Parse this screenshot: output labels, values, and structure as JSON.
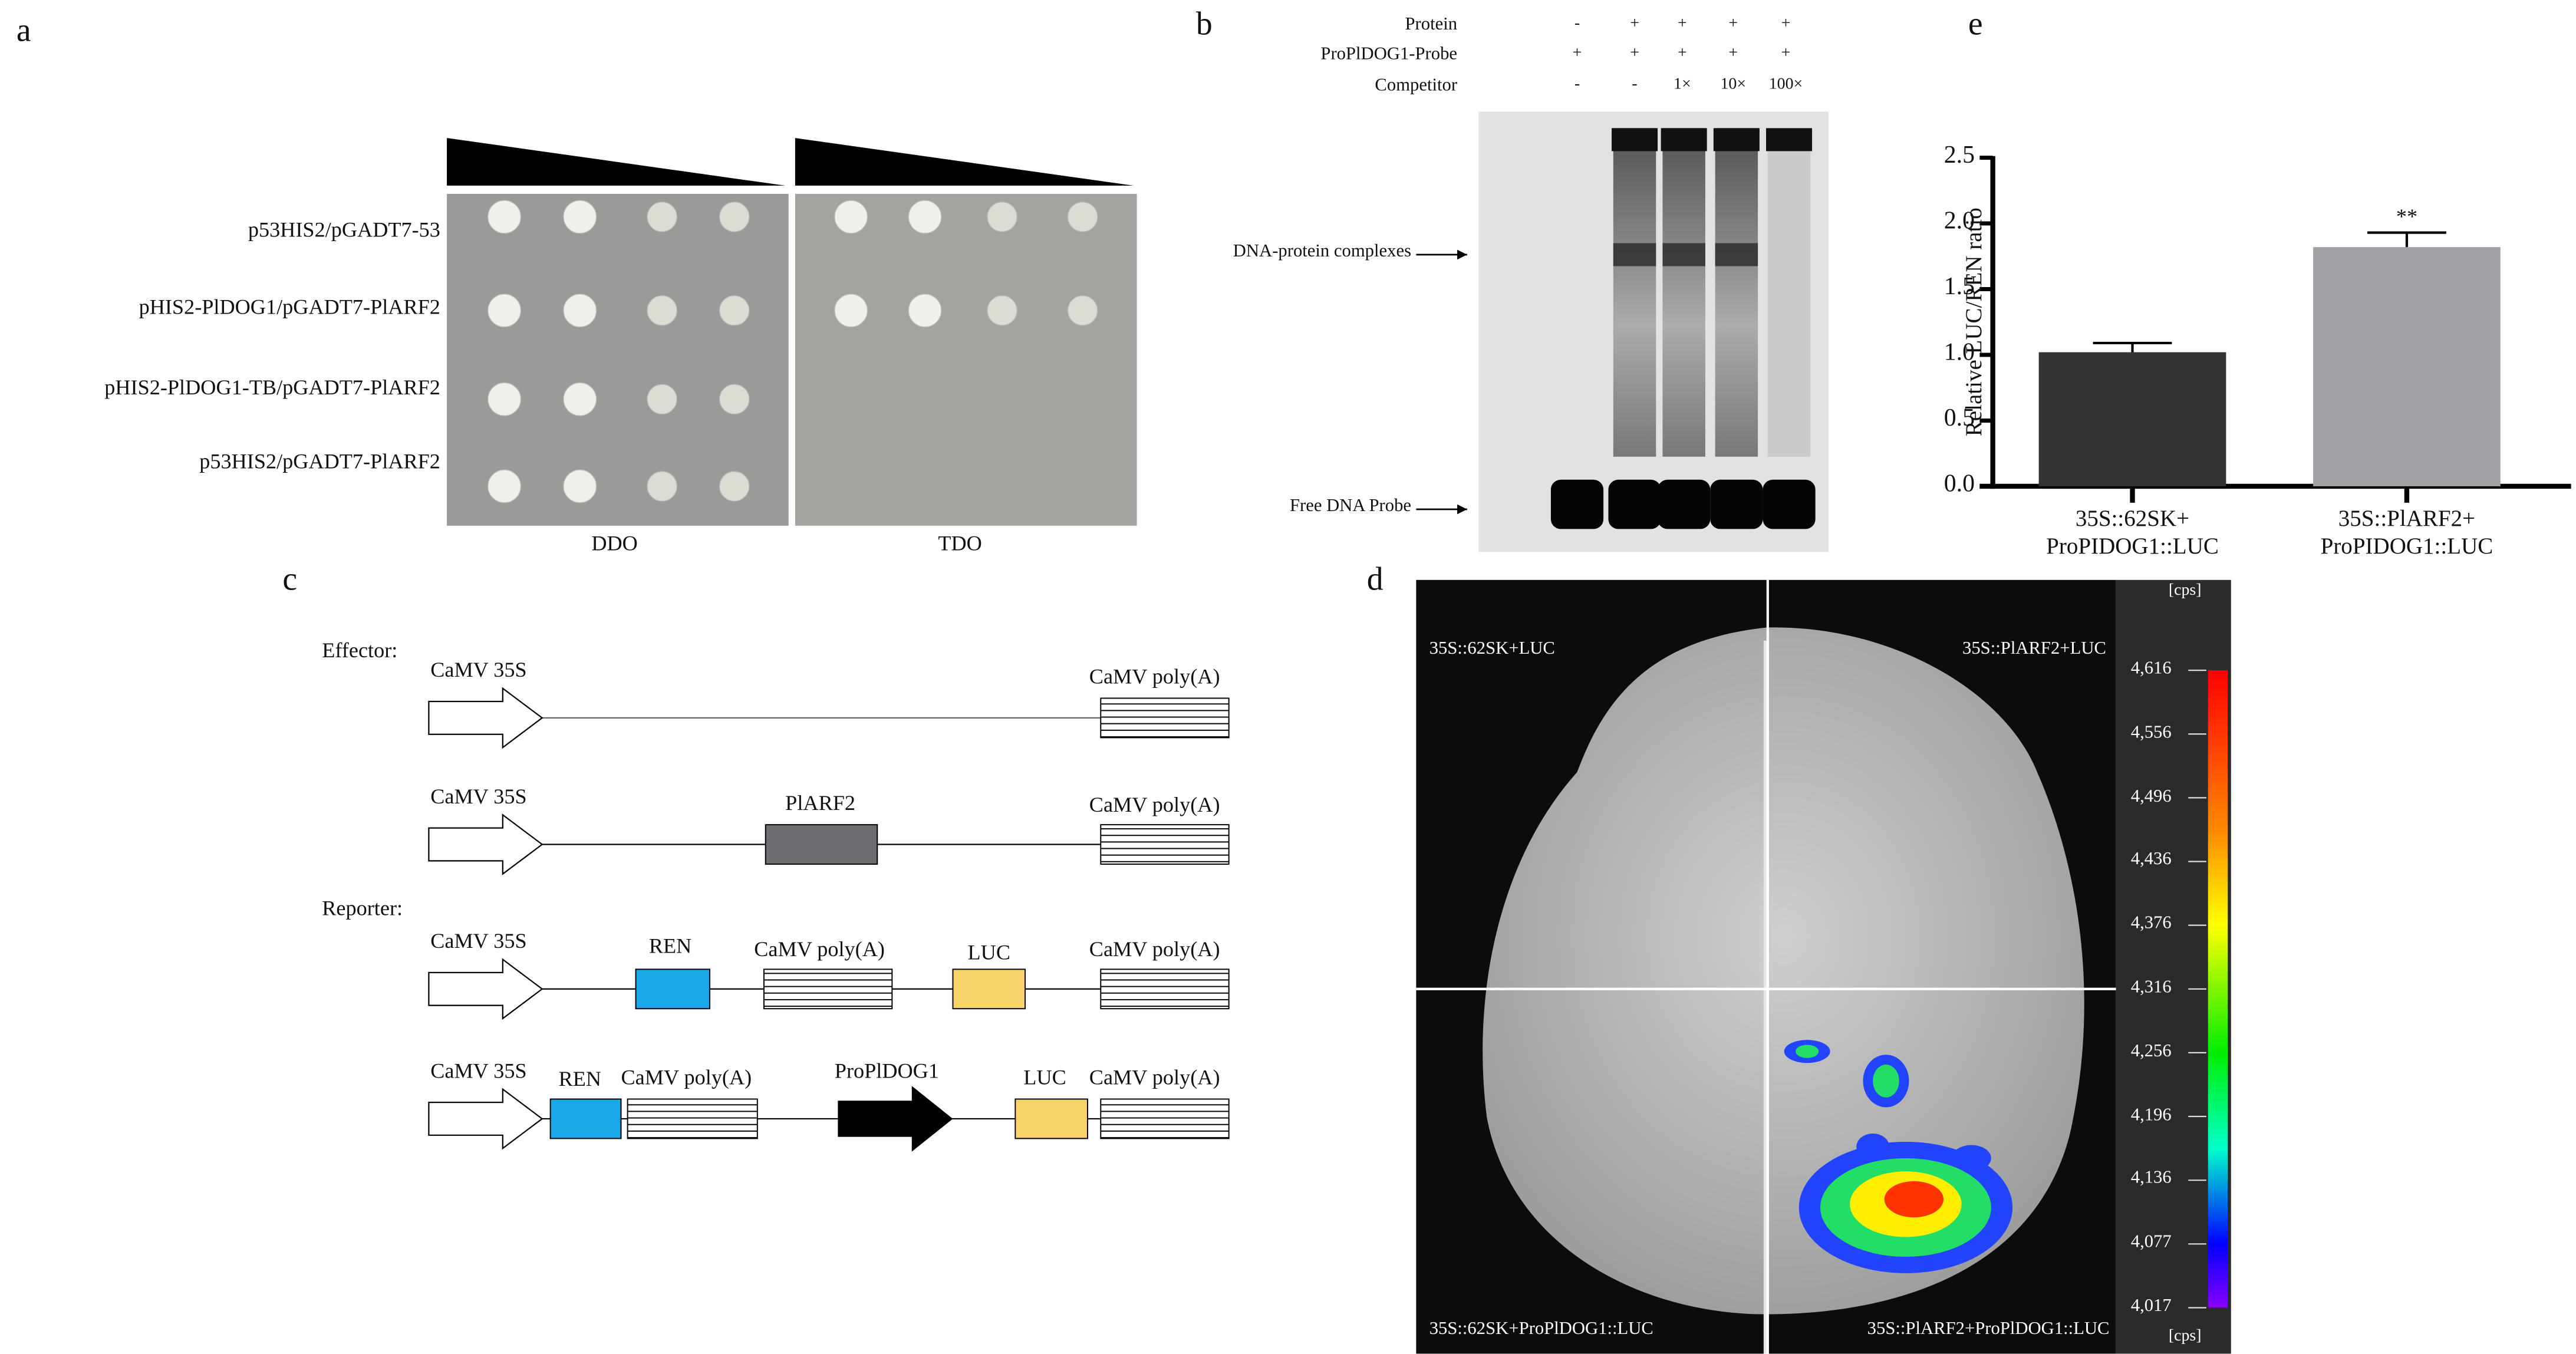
{
  "panels": {
    "a": "a",
    "b": "b",
    "c": "c",
    "d": "d",
    "e": "e"
  },
  "panel_a": {
    "rows": [
      "p53HIS2/pGADT7-53",
      "pHIS2-PlDOG1/pGADT7-PlARF2",
      "pHIS2-PlDOG1-TB/pGADT7-PlARF2",
      "p53HIS2/pGADT7-PlARF2"
    ],
    "plates": [
      "DDO",
      "TDO"
    ]
  },
  "panel_b": {
    "row_labels": [
      "Protein",
      "ProPlDOG1-Probe",
      "Competitor"
    ],
    "protein": [
      "-",
      "+",
      "+",
      "+",
      "+"
    ],
    "probe": [
      "+",
      "+",
      "+",
      "+",
      "+"
    ],
    "competitor": [
      "-",
      "-",
      "1×",
      "10×",
      "100×"
    ],
    "arrows": [
      "DNA-protein complexes",
      "Free DNA Probe"
    ]
  },
  "panel_c": {
    "effector_label": "Effector:",
    "reporter_label": "Reporter:",
    "promoter": "CaMV 35S",
    "polyA": "CaMV poly(A)",
    "plarf2": "PlARF2",
    "ren": "REN",
    "luc": "LUC",
    "proplDOG1": "ProPlDOG1",
    "colors": {
      "ren": "#1aa7e6",
      "luc": "#f7d36a",
      "plarf2": "#6d6e71"
    }
  },
  "panel_d": {
    "quadrants": [
      "35S::62SK+LUC",
      "35S::PlARF2+LUC",
      "35S::62SK+ProPlDOG1::LUC",
      "35S::PlARF2+ProPlDOG1::LUC"
    ],
    "unit": "[cps]",
    "scale_ticks": [
      "4,616",
      "4,556",
      "4,496",
      "4,436",
      "4,376",
      "4,316",
      "4,256",
      "4,196",
      "4,136",
      "4,077",
      "4,017"
    ]
  },
  "chart_data": {
    "type": "bar",
    "categories": [
      [
        "35S::62SK+",
        "ProPIDOG1::LUC"
      ],
      [
        "35S::PlARF2+",
        "ProPIDOG1::LUC"
      ]
    ],
    "values": [
      1.02,
      1.82
    ],
    "errors": [
      0.07,
      0.11
    ],
    "significance": [
      "",
      "**"
    ],
    "colors": [
      "#333333",
      "#a2a2a6"
    ],
    "ylabel": "Relative LUC/REN ratio",
    "ylim": [
      0,
      2.5
    ],
    "yticks": [
      "0.0",
      "0.5",
      "1.0",
      "1.5",
      "2.0",
      "2.5"
    ],
    "grid": false
  }
}
